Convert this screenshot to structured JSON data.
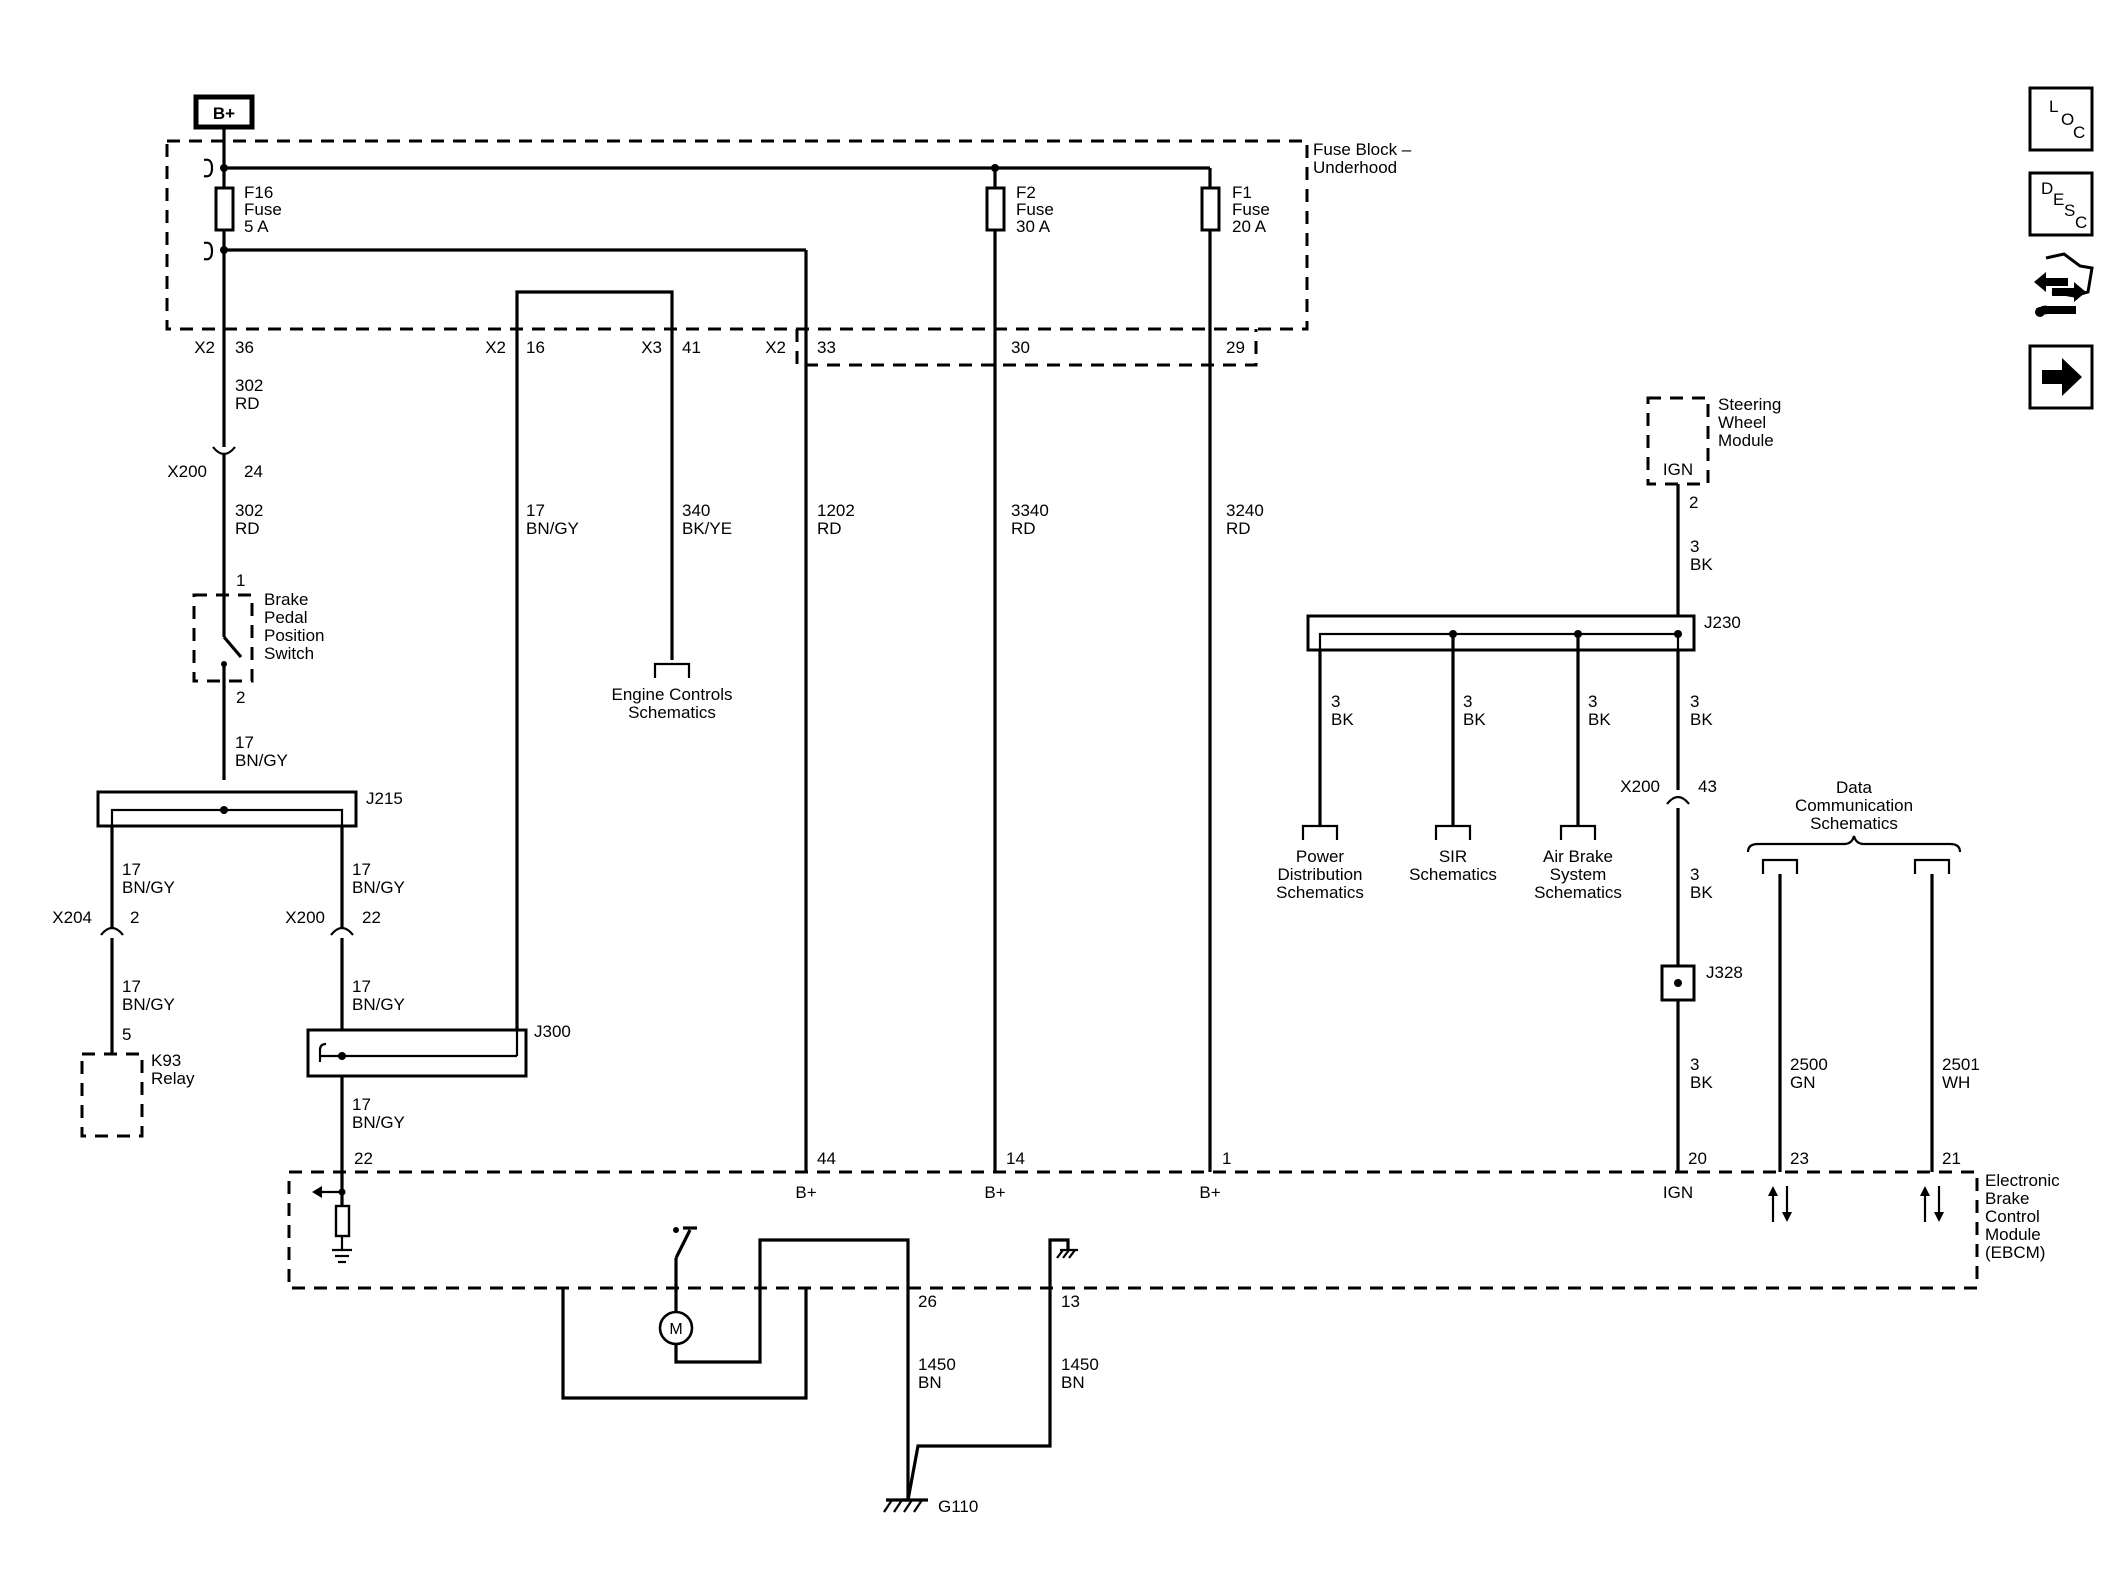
{
  "colors": {
    "ink": "#000000",
    "paper": "#ffffff"
  },
  "power": {
    "label": "B+"
  },
  "fuse_block": {
    "title_1": "Fuse Block –",
    "title_2": "Underhood",
    "fuses": [
      {
        "name": "F16",
        "type": "Fuse",
        "rating": "5 A"
      },
      {
        "name": "F2",
        "type": "Fuse",
        "rating": "30 A"
      },
      {
        "name": "F1",
        "type": "Fuse",
        "rating": "20 A"
      }
    ],
    "connectors": [
      {
        "conn": "X2",
        "pin": "36"
      },
      {
        "conn": "X2",
        "pin": "16"
      },
      {
        "conn": "X3",
        "pin": "41"
      },
      {
        "conn": "X2",
        "pin": "33"
      },
      {
        "conn": "",
        "pin": "30"
      },
      {
        "conn": "",
        "pin": "29"
      }
    ]
  },
  "wires": [
    {
      "circuit": "302",
      "color": "RD"
    },
    {
      "circuit": "302",
      "color": "RD"
    },
    {
      "circuit": "17",
      "color": "BN/GY"
    },
    {
      "circuit": "17",
      "color": "BN/GY"
    },
    {
      "circuit": "17",
      "color": "BN/GY"
    },
    {
      "circuit": "17",
      "color": "BN/GY"
    },
    {
      "circuit": "17",
      "color": "BN/GY"
    },
    {
      "circuit": "17",
      "color": "BN/GY"
    },
    {
      "circuit": "17",
      "color": "BN/GY"
    },
    {
      "circuit": "340",
      "color": "BK/YE"
    },
    {
      "circuit": "1202",
      "color": "RD"
    },
    {
      "circuit": "3340",
      "color": "RD"
    },
    {
      "circuit": "3240",
      "color": "RD"
    },
    {
      "circuit": "3",
      "color": "BK"
    },
    {
      "circuit": "3",
      "color": "BK"
    },
    {
      "circuit": "3",
      "color": "BK"
    },
    {
      "circuit": "3",
      "color": "BK"
    },
    {
      "circuit": "3",
      "color": "BK"
    },
    {
      "circuit": "3",
      "color": "BK"
    },
    {
      "circuit": "3",
      "color": "BK"
    },
    {
      "circuit": "2500",
      "color": "GN"
    },
    {
      "circuit": "2501",
      "color": "WH"
    },
    {
      "circuit": "1450",
      "color": "BN"
    },
    {
      "circuit": "1450",
      "color": "BN"
    }
  ],
  "inline_connectors": [
    {
      "name": "X200",
      "pin": "24"
    },
    {
      "name": "X204",
      "pin": "2"
    },
    {
      "name": "X200",
      "pin": "22"
    },
    {
      "name": "X200",
      "pin": "43"
    }
  ],
  "splices": [
    "J215",
    "J300",
    "J230",
    "J328"
  ],
  "brake_switch": {
    "line1": "Brake",
    "line2": "Pedal",
    "line3": "Position",
    "line4": "Switch",
    "pin_top": "1",
    "pin_bottom": "2"
  },
  "relay": {
    "line1": "K93",
    "line2": "Relay",
    "pin": "5"
  },
  "steering_module": {
    "line1": "Steering",
    "line2": "Wheel",
    "line3": "Module",
    "terminal": "IGN",
    "pin": "2"
  },
  "engine_ref": {
    "line1": "Engine Controls",
    "line2": "Schematics"
  },
  "refs": [
    {
      "line1": "Power",
      "line2": "Distribution",
      "line3": "Schematics"
    },
    {
      "line1": "SIR",
      "line2": "Schematics",
      "line3": ""
    },
    {
      "line1": "Air Brake",
      "line2": "System",
      "line3": "Schematics"
    }
  ],
  "data_comm": {
    "line1": "Data",
    "line2": "Communication",
    "line3": "Schematics"
  },
  "ebcm": {
    "line1": "Electronic",
    "line2": "Brake",
    "line3": "Control",
    "line4": "Module",
    "line5": "(EBCM)",
    "pins": [
      "22",
      "44",
      "14",
      "1",
      "20",
      "23",
      "21",
      "26",
      "13"
    ],
    "terminals": [
      "B+",
      "B+",
      "B+",
      "IGN"
    ],
    "motor": "M"
  },
  "ground": {
    "name": "G110"
  },
  "side_icons": {
    "loc": {
      "l": "L",
      "o": "O",
      "c": "C"
    },
    "desc": {
      "d": "D",
      "e": "E",
      "s": "S",
      "c": "C"
    },
    "icons": [
      "loc-icon",
      "desc-icon",
      "connector-tool-icon",
      "next-arrow-icon"
    ]
  }
}
